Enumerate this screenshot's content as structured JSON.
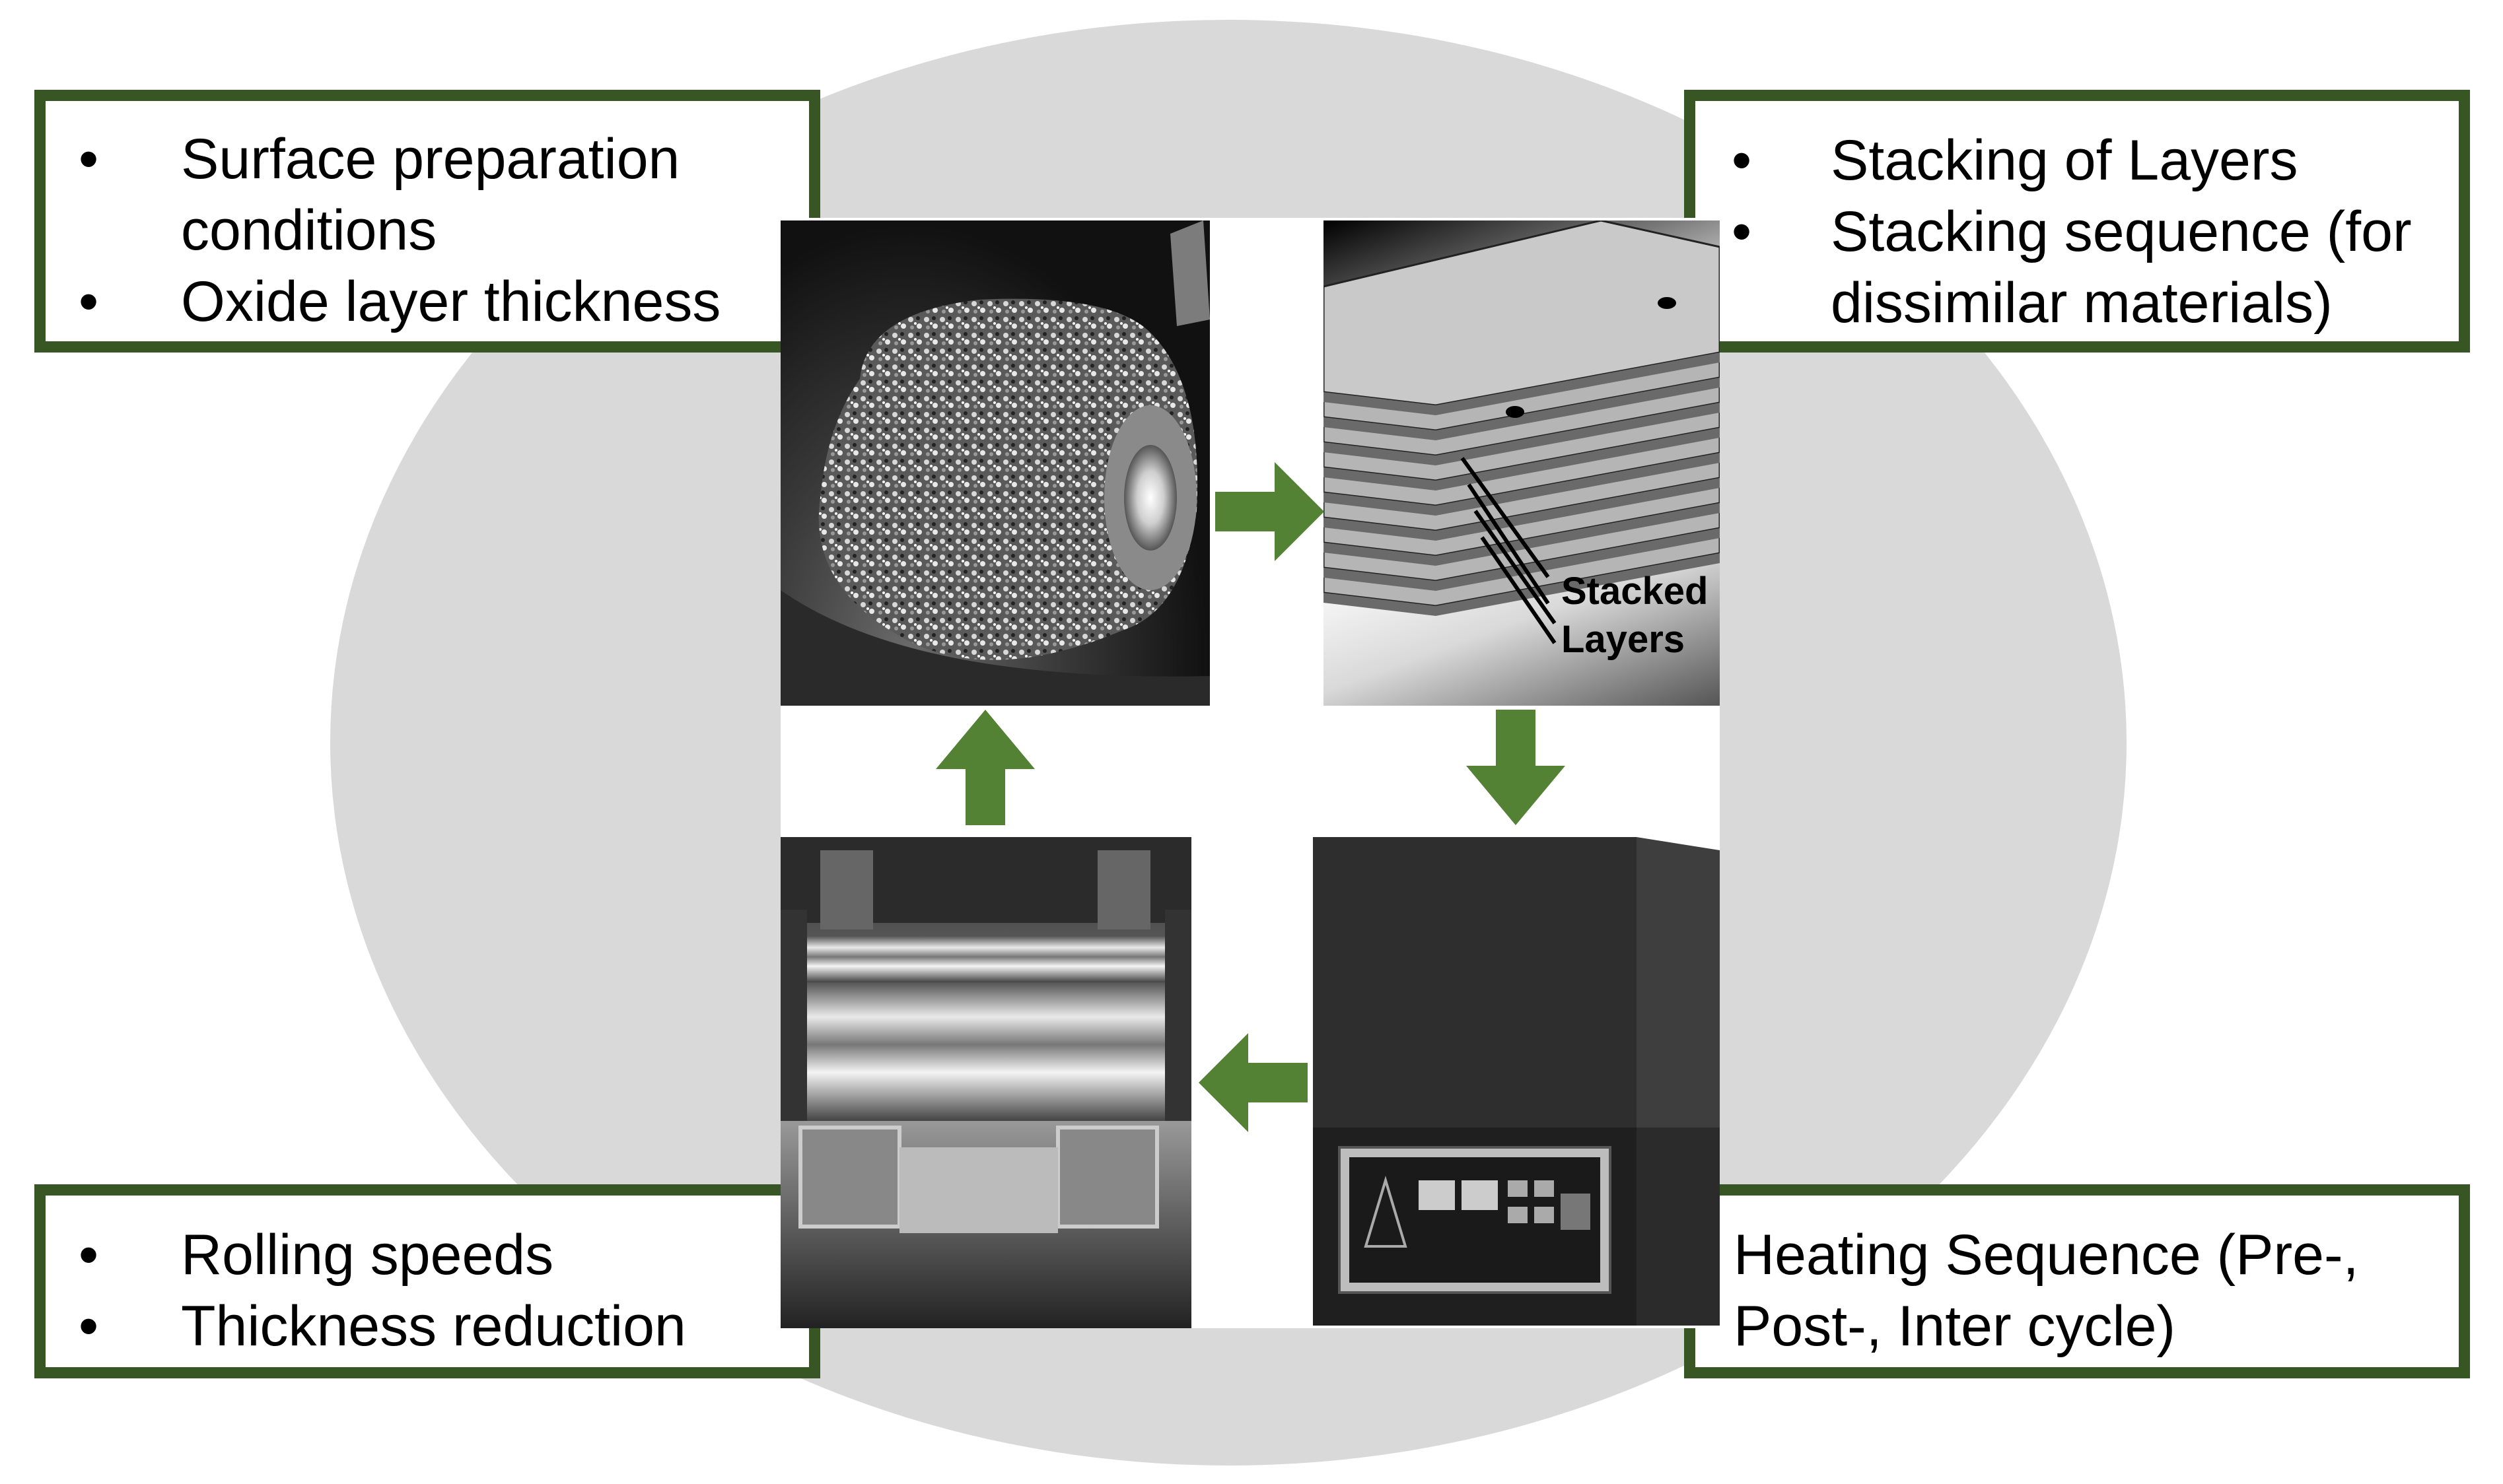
{
  "colors": {
    "box_border": "#375623",
    "arrow": "#548235",
    "ellipse": "#d9d9d9"
  },
  "boxes": {
    "top_left": {
      "items": [
        "Surface preparation conditions",
        "Oxide layer thickness"
      ]
    },
    "top_right": {
      "items": [
        "Stacking of Layers",
        "Stacking sequence (for dissimilar materials)"
      ]
    },
    "bottom_left": {
      "items": [
        "Rolling speeds",
        "Thickness reduction"
      ]
    },
    "bottom_right": {
      "text": "Heating Sequence (Pre-, Post-, Inter cycle)"
    }
  },
  "photos": {
    "stack_label_line1": "Stacked",
    "stack_label_line2": "Layers"
  },
  "arrows": [
    "right",
    "down",
    "left",
    "up"
  ]
}
